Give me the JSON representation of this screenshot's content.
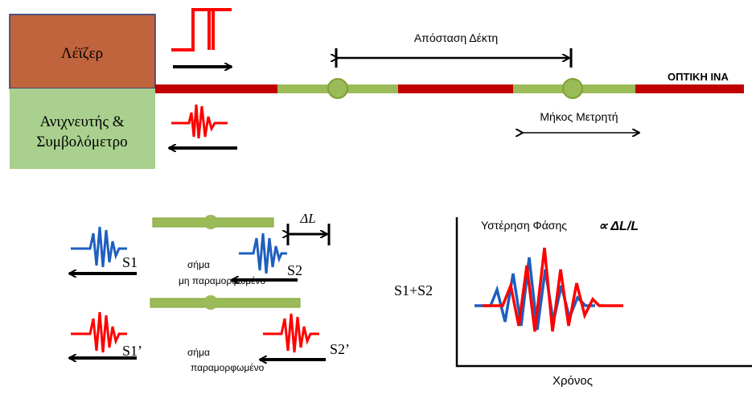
{
  "laser_label": "Λέϊζερ",
  "detector_label_1": "Ανιχνευτής &",
  "detector_label_2": "Συμβολόμετρο",
  "fiber_label": "ΟΠΤΙΚΗ ΙΝΑ",
  "receiver_distance_label": "Απόσταση Δέκτη",
  "gauge_length_label": "Μήκος Μετρητή",
  "delta_l_label": "ΔL",
  "s1": "S1",
  "s2": "S2",
  "s1p": "S1’",
  "s2p": "S2’",
  "undistorted_1": "σήμα",
  "undistorted_2": "μη παραμορφωμένο",
  "distorted_1": "σήμα",
  "distorted_2": "παραμορφωμένο",
  "chart": {
    "title": "Υστέρηση Φάσης",
    "title_formula": "∝ ΔL/L",
    "ylabel": "S1+S2",
    "xlabel": "Χρόνος"
  },
  "colors": {
    "laser": "#C0643E",
    "detector": "#A9D08E",
    "fiber_red": "#C00000",
    "fiber_green": "#9BBB59",
    "pulse_red": "#FF0000",
    "pulse_blue": "#1F5FBF"
  }
}
